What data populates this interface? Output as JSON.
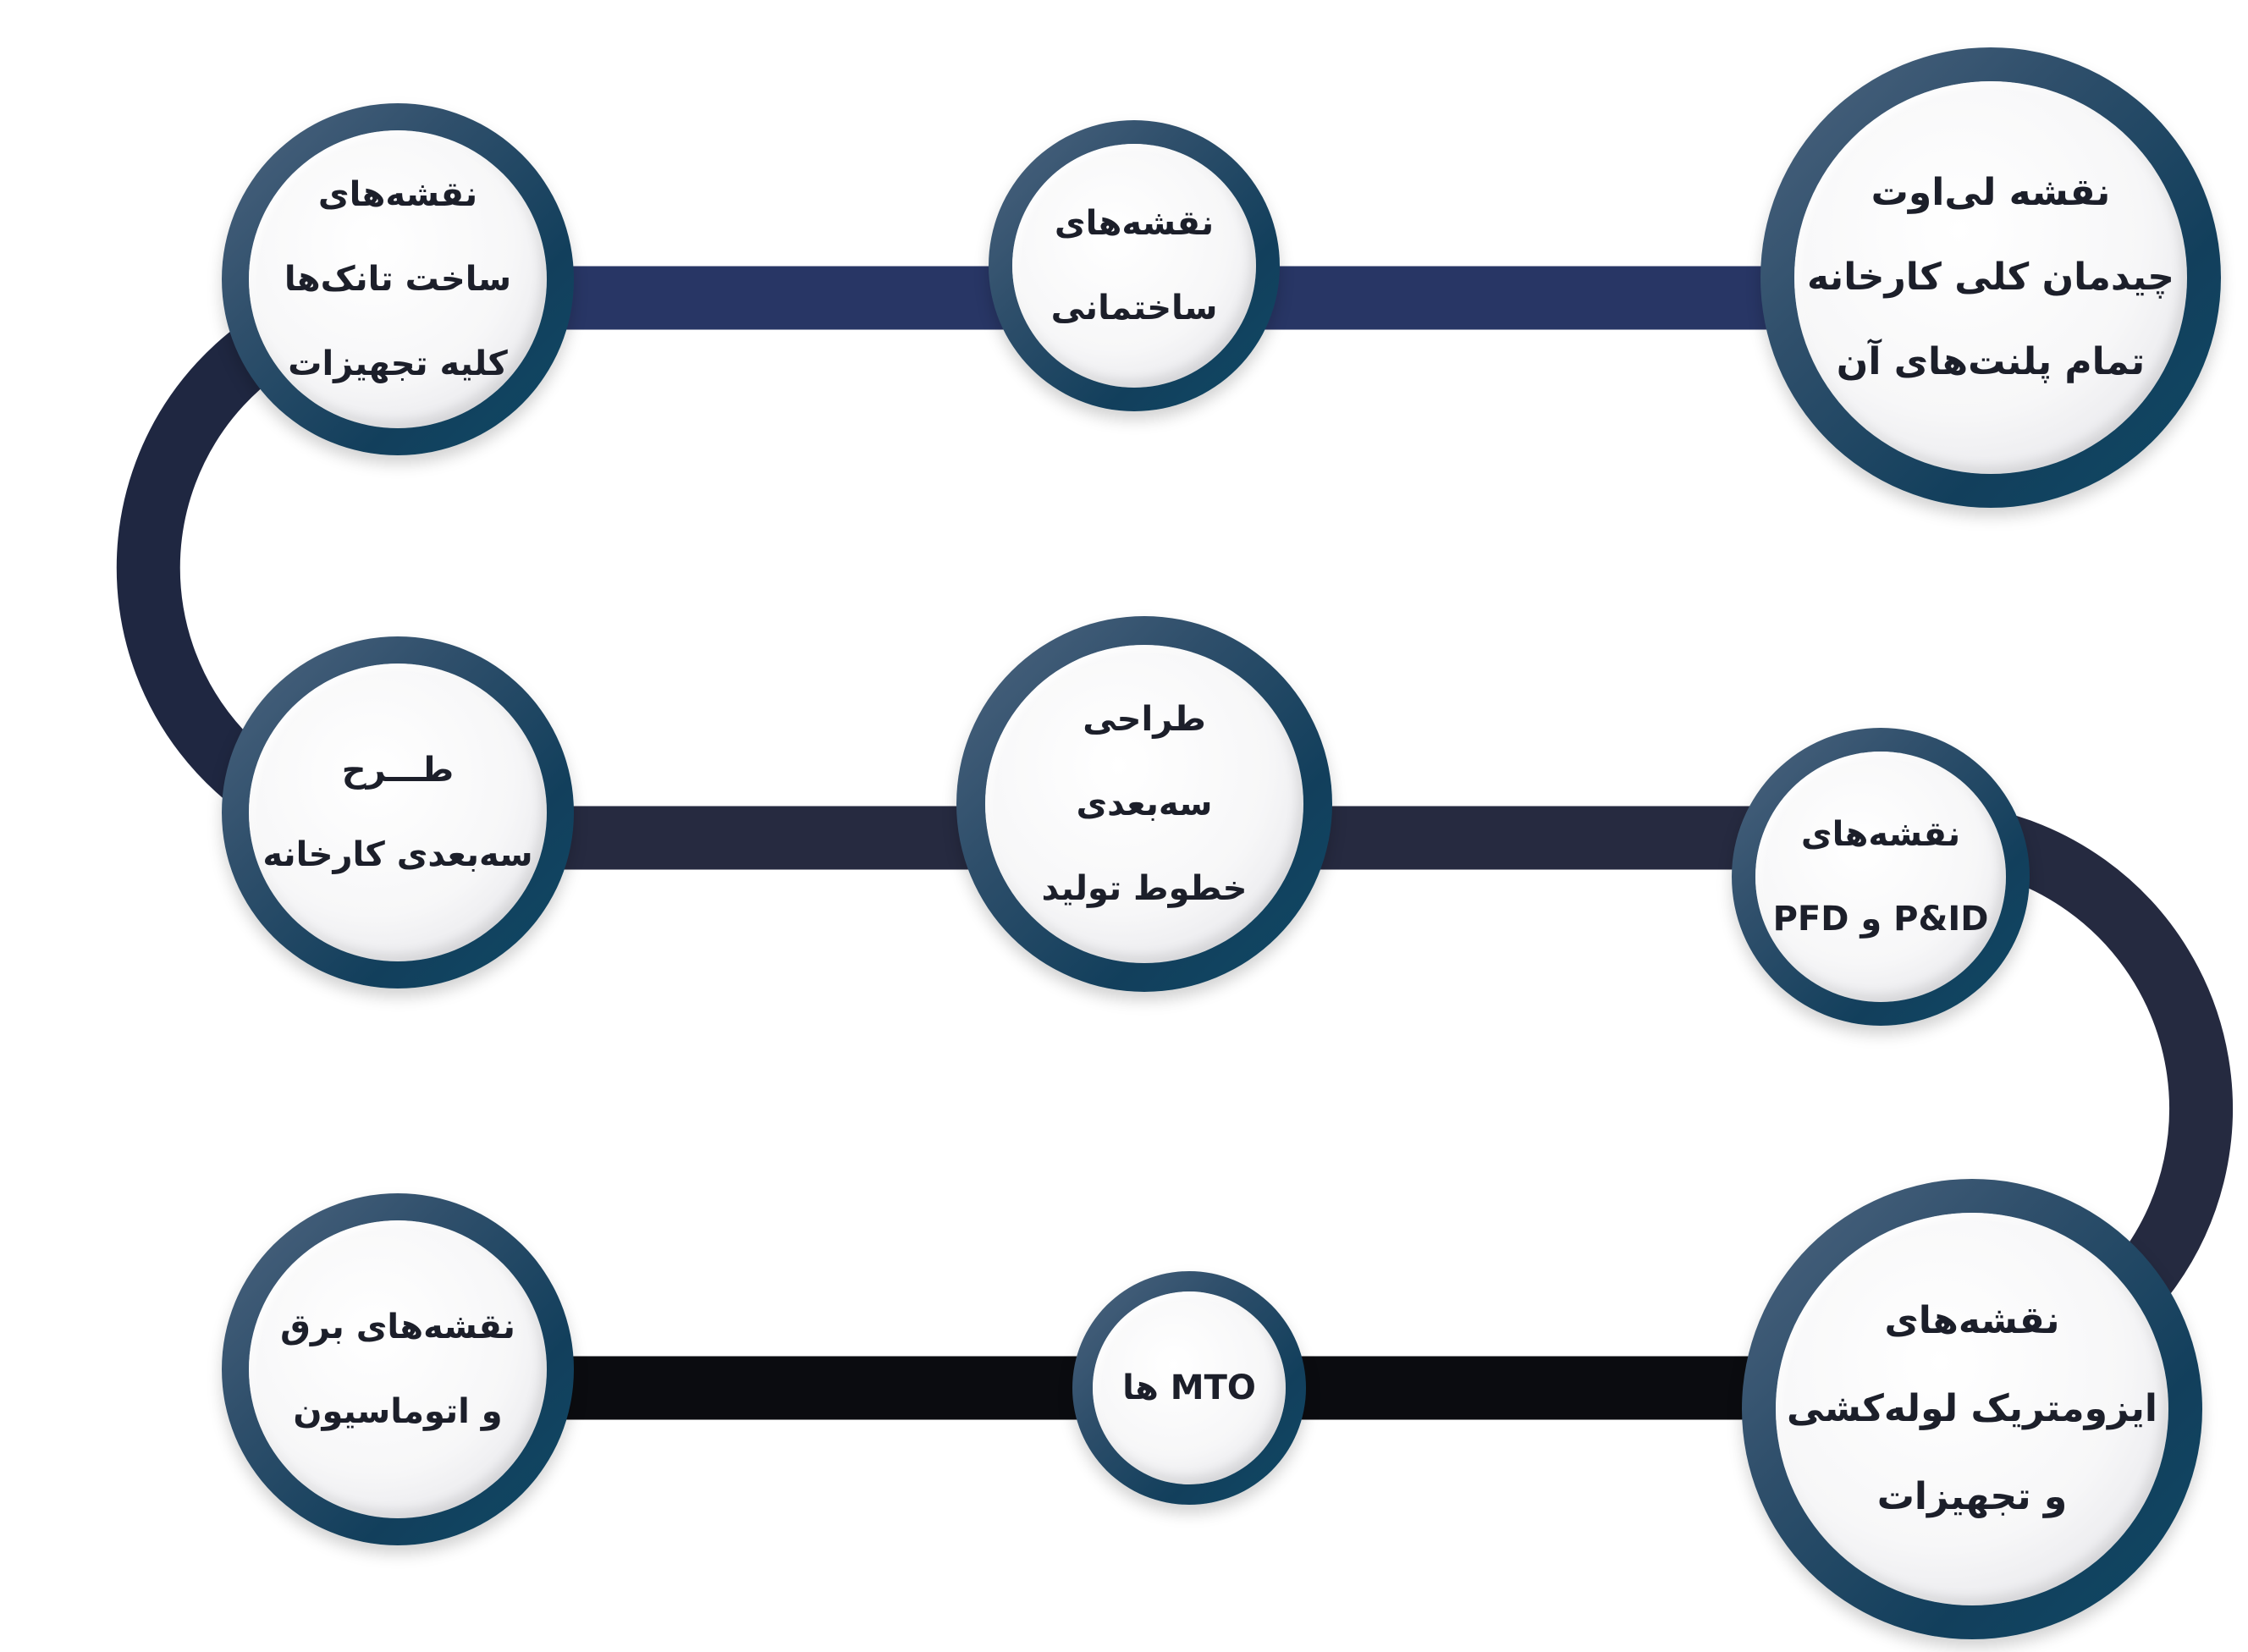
{
  "palette": {
    "connector_top": "#283665",
    "connector_left_arc": "#1f2741",
    "connector_middle": "#262a40",
    "connector_right_arc": "#252a40",
    "connector_bottom": "#0b0c10",
    "ring": "#1d4a66",
    "text": "#1c1f2a"
  },
  "nodes": [
    {
      "id": "layout",
      "lines": [
        "نقشه لی‌اوت",
        "چیدمان کلی کارخانه",
        "تمام پلنت‌های آن"
      ]
    },
    {
      "id": "building",
      "lines": [
        "نقشه‌های",
        "ساختمانی"
      ]
    },
    {
      "id": "tanks",
      "lines": [
        "نقشه‌های",
        "ساخت تانک‌ها",
        "کلیه تجهیزات"
      ]
    },
    {
      "id": "factory-3d",
      "lines": [
        "طـــرح",
        "سه‌بعدی کارخانه"
      ]
    },
    {
      "id": "lines-3d",
      "lines": [
        "طراحی",
        "سه‌بعدی",
        "خطوط تولید"
      ]
    },
    {
      "id": "pid",
      "lines": [
        "نقشه‌های",
        "P&ID و PFD"
      ]
    },
    {
      "id": "isometric",
      "lines": [
        "نقشه‌های",
        "ایزومتریک لوله‌کشی",
        "و تجهیزات"
      ]
    },
    {
      "id": "mto",
      "lines": [
        "MTO ها"
      ]
    },
    {
      "id": "electrical",
      "lines": [
        "نقشه‌های برق",
        "و اتوماسیون"
      ]
    }
  ]
}
